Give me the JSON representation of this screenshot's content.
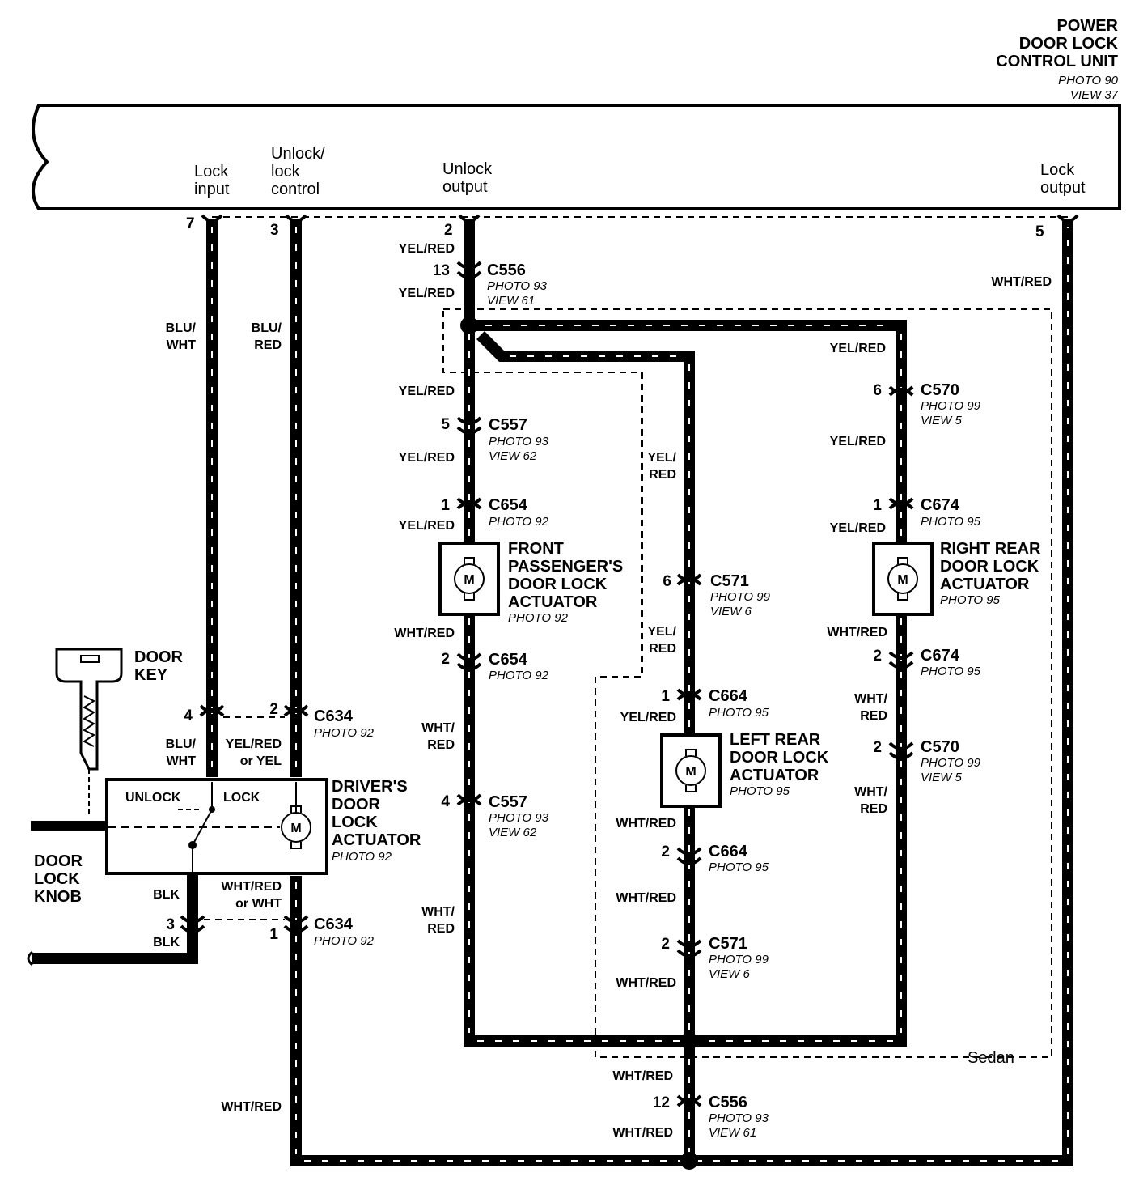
{
  "control_unit": {
    "title_lines": [
      "POWER",
      "DOOR LOCK",
      "CONTROL UNIT"
    ],
    "photo": "PHOTO 90",
    "view": "VIEW 37",
    "signals": {
      "lock_input": [
        "Lock",
        "input"
      ],
      "unlock_lock_control": [
        "Unlock/",
        "lock",
        "control"
      ],
      "unlock_output": [
        "Unlock",
        "output"
      ],
      "lock_output": [
        "Lock",
        "output"
      ]
    },
    "pins": {
      "lock_input": "7",
      "control": "3",
      "unlock_output": "2",
      "lock_output": "5"
    }
  },
  "wire_colors": {
    "yel_red": "YEL/RED",
    "yel": "YEL/",
    "red": "RED",
    "wht_red": "WHT/RED",
    "wht": "WHT/",
    "blu": "BLU/",
    "blu_wht_line2": "WHT",
    "blk": "BLK",
    "yel_red_or_yel": [
      "YEL/RED",
      "or YEL"
    ],
    "wht_red_or_wht": [
      "WHT/RED",
      "or WHT"
    ]
  },
  "connectors": {
    "c556": {
      "id": "C556",
      "photo": "PHOTO 93",
      "view": "VIEW 61",
      "pin_top": "13",
      "pin_bottom": "12"
    },
    "c557": {
      "id": "C557",
      "photo": "PHOTO 93",
      "view": "VIEW 62",
      "pin_top": "5",
      "pin_bottom": "4"
    },
    "c654": {
      "id": "C654",
      "photo": "PHOTO 92",
      "pin_top": "1",
      "pin_bottom": "2"
    },
    "c570": {
      "id": "C570",
      "photo": "PHOTO 99",
      "view": "VIEW 5",
      "pin_top": "6",
      "pin_bottom": "2"
    },
    "c674": {
      "id": "C674",
      "photo": "PHOTO 95",
      "pin_top": "1",
      "pin_bottom": "2"
    },
    "c571": {
      "id": "C571",
      "photo": "PHOTO 99",
      "view": "VIEW 6",
      "pin_top": "6",
      "pin_bottom": "2"
    },
    "c664": {
      "id": "C664",
      "photo": "PHOTO 95",
      "pin_top": "1",
      "pin_bottom": "2"
    },
    "c634": {
      "id": "C634",
      "photo": "PHOTO 92",
      "pins_top": [
        "4",
        "2"
      ],
      "pins_bottom": [
        "3",
        "1"
      ]
    }
  },
  "components": {
    "front_passenger": {
      "lines": [
        "FRONT",
        "PASSENGER'S",
        "DOOR LOCK",
        "ACTUATOR"
      ],
      "photo": "PHOTO 92"
    },
    "right_rear": {
      "lines": [
        "RIGHT REAR",
        "DOOR LOCK",
        "ACTUATOR"
      ],
      "photo": "PHOTO 95"
    },
    "left_rear": {
      "lines": [
        "LEFT REAR",
        "DOOR LOCK",
        "ACTUATOR"
      ],
      "photo": "PHOTO 95"
    },
    "driver": {
      "lines": [
        "DRIVER'S",
        "DOOR",
        "LOCK",
        "ACTUATOR"
      ],
      "photo": "PHOTO 92",
      "unlock": "UNLOCK",
      "lock": "LOCK"
    },
    "door_key": [
      "DOOR",
      "KEY"
    ],
    "door_lock_knob": [
      "DOOR",
      "LOCK",
      "KNOB"
    ],
    "motor_symbol": "M"
  },
  "region_label": "Sedan"
}
